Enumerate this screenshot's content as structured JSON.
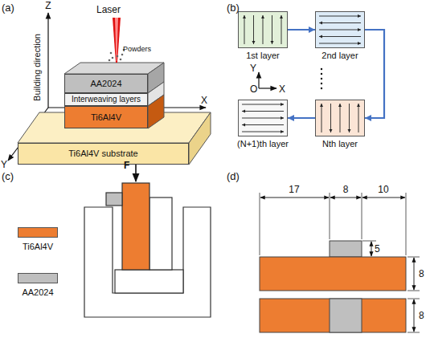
{
  "diagram": {
    "nodes": [
      {
        "text": [
          "AA2024"
        ]
      },
      {
        "text": [
          "Interweaving layers"
        ]
      },
      {
        "text": [
          "Ti6Al4V"
        ]
      },
      {
        "text": [
          "Ti6Al4V substrate"
        ]
      },
      {
        "text": [
          "1st layer"
        ]
      },
      {
        "text": [
          "2nd layer"
        ]
      },
      {
        "text": [
          "Nth layer"
        ]
      },
      {
        "text": [
          "(N+1)th layer"
        ]
      }
    ],
    "edges": [
      {
        "from": 4,
        "to": 5,
        "arrow": "to"
      },
      {
        "from": 5,
        "to": 6,
        "arrow": "to"
      },
      {
        "from": 6,
        "to": 7,
        "arrow": "to"
      }
    ],
    "labels": [
      "(a)",
      "Z",
      "Laser",
      "Powders",
      "Building direction",
      "X",
      "Y",
      "(b)",
      "Y",
      "O",
      "X",
      "(c)",
      "F",
      "(d)",
      "17",
      "8",
      "10",
      "5",
      "8",
      "8"
    ],
    "legend": [
      {
        "text": "Ti6Al4V",
        "color": "#ED7D31"
      },
      {
        "text": "AA2024",
        "color": "#BFBFBF"
      }
    ]
  }
}
